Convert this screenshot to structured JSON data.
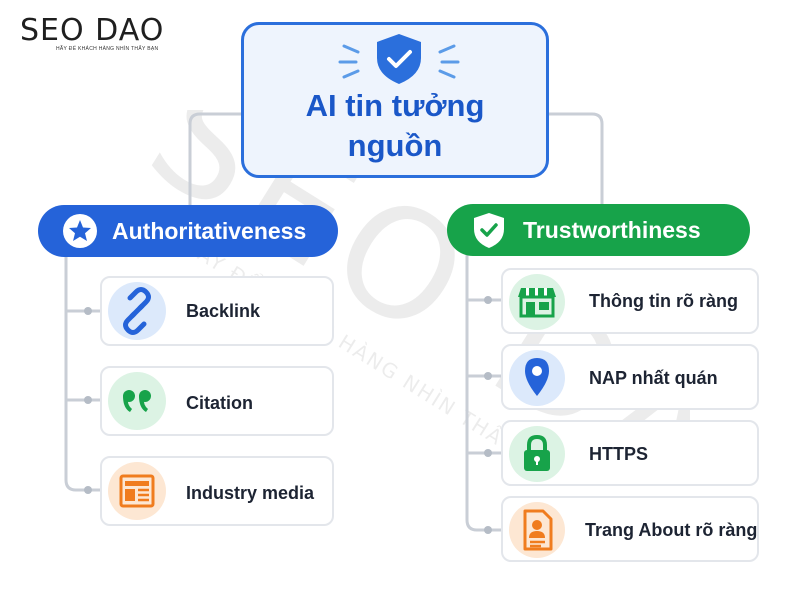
{
  "logo": {
    "name": "SEO DAO",
    "tagline": "HÃY ĐỂ KHÁCH HÀNG NHÌN THẤY BẠN"
  },
  "watermark": {
    "name": "SEO DAO",
    "tagline": "HÃY ĐỂ KHÁCH HÀNG NHÌN THẤY BẠN"
  },
  "title": {
    "line1": "AI tin tưởng",
    "line2": "nguồn"
  },
  "left": {
    "label": "Authoritativeness",
    "items": [
      {
        "label": "Backlink",
        "icon": "link-icon"
      },
      {
        "label": "Citation",
        "icon": "quote-icon"
      },
      {
        "label": "Industry media",
        "icon": "newspaper-icon"
      }
    ]
  },
  "right": {
    "label": "Trustworthiness",
    "items": [
      {
        "label": "Thông tin rõ ràng",
        "icon": "storefront-icon"
      },
      {
        "label": "NAP nhất quán",
        "icon": "location-pin-icon"
      },
      {
        "label": "HTTPS",
        "icon": "padlock-icon"
      },
      {
        "label": "Trang About rõ ràng",
        "icon": "profile-document-icon"
      }
    ]
  },
  "colors": {
    "blue": "#2563d9",
    "green": "#17a34a",
    "orange": "#f07c1e",
    "line": "#c9ced6"
  }
}
